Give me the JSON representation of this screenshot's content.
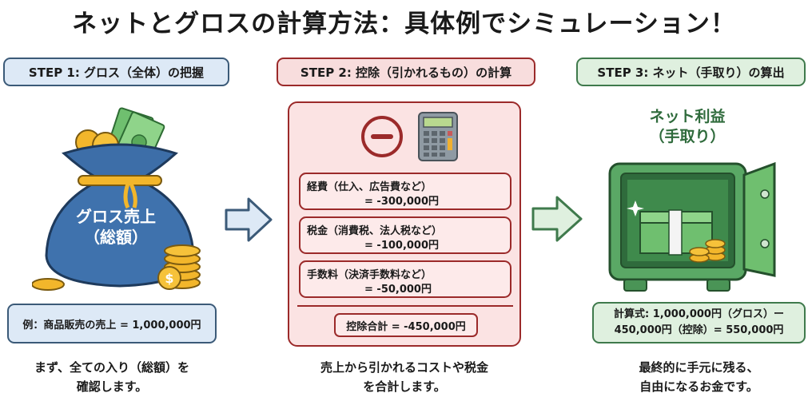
{
  "title": "ネットとグロスの計算方法：具体例でシミュレーション！",
  "colors": {
    "step1_fill": "#dde9f6",
    "step1_border": "#3b5a78",
    "step2_fill": "#f8dddd",
    "step2_border": "#9b2a2a",
    "step3_fill": "#dff0df",
    "step3_border": "#3f7a4c"
  },
  "steps": [
    {
      "label": "STEP 1: グロス（全体）の把握",
      "illustration": "money-bag",
      "illustration_text": [
        "グロス売上",
        "（総額）"
      ],
      "example": "例：商品販売の売上 = 1,000,000円",
      "caption": [
        "まず、全ての入り（総額）を",
        "確認します。"
      ]
    },
    {
      "label": "STEP 2: 控除（引かれるもの）の計算",
      "icons": [
        "minus-circle",
        "calculator"
      ],
      "items": [
        {
          "label": "経費（仕入、広告費など）",
          "value": "= -300,000円"
        },
        {
          "label": "税金（消費税、法人税など）",
          "value": "= -100,000円"
        },
        {
          "label": "手数料（決済手数料など）",
          "value": "= -50,000円"
        }
      ],
      "total": "控除合計 = -450,000円",
      "caption": [
        "売上から引かれるコストや税金",
        "を合計します。"
      ]
    },
    {
      "label": "STEP 3: ネット（手取り）の算出",
      "heading": [
        "ネット利益",
        "（手取り）"
      ],
      "illustration": "open-safe",
      "formula": [
        "計算式: 1,000,000円（グロス）ー",
        "450,000円（控除）= 550,000円"
      ],
      "caption": [
        "最終的に手元に残る、",
        "自由になるお金です。"
      ]
    }
  ]
}
